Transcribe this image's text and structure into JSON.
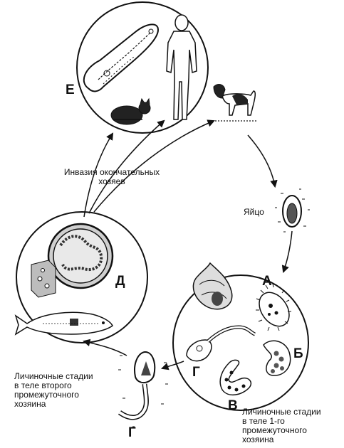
{
  "labels": {
    "E": "Е",
    "D": "Д",
    "A": "А",
    "B": "Б",
    "V": "В",
    "G_inner": "Г",
    "G_outer": "Г"
  },
  "texts": {
    "invasion": "Инвазия окончательных хозяев",
    "egg": "Яйцо",
    "second_host": "Личиночные стадии\nв теле второго\nпромежуточного\nхозяина",
    "first_host": "Личиночные стадии\nв теле 1-го\nпромежуточного\nхозяина"
  },
  "colors": {
    "ink": "#111111",
    "paper": "#ffffff",
    "shade": "#bdbdbd"
  }
}
